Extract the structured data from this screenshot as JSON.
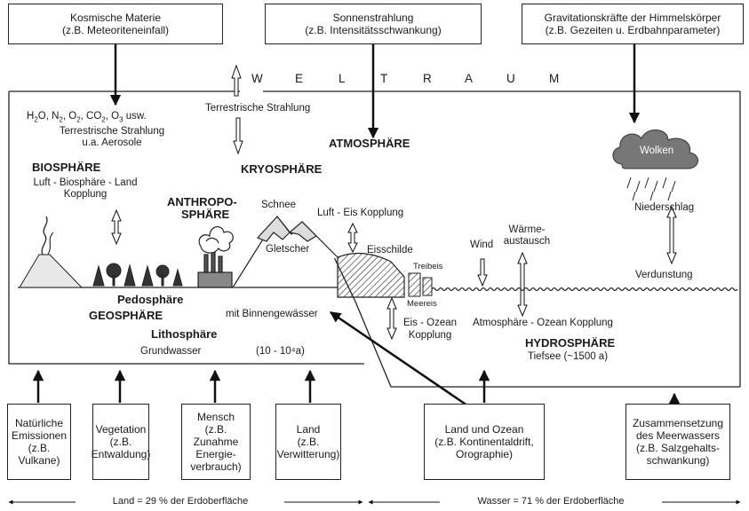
{
  "top_boxes": [
    {
      "line1": "Kosmische Materie",
      "line2": "(z.B. Meteoriteneinfall)"
    },
    {
      "line1": "Sonnenstrahlung",
      "line2": "(z.B. Intensitätsschwankung)"
    },
    {
      "line1": "Gravitationskräfte der Himmelskörper",
      "line2": "(z.B. Gezeiten u. Erdbahnparameter)"
    }
  ],
  "space_letters": [
    "W",
    "E",
    "L",
    "T",
    "R",
    "A",
    "U",
    "M"
  ],
  "labels": {
    "gases": "H2O, N2, O2, CO2, O3 usw.",
    "terr_strahlung_left_1": "Terrestrische Strahlung",
    "terr_strahlung_left_2": "u.a. Aerosole",
    "terr_strahlung_mid": "Terrestrische Strahlung",
    "atmosphaere": "ATMOSPHÄRE",
    "biosphaere": "BIOSPHÄRE",
    "bio_kopplung_1": "Luft - Biosphäre - Land",
    "bio_kopplung_2": "Kopplung",
    "kryosphaere": "KRYOSPHÄRE",
    "anthropo_1": "ANTHROPO-",
    "anthropo_2": "SPHÄRE",
    "schnee": "Schnee",
    "gletscher": "Gletscher",
    "luft_eis": "Luft - Eis Kopplung",
    "eisschilde": "Eisschilde",
    "treibeis": "Treibeis",
    "meereis": "Meereis",
    "wolken": "Wolken",
    "niederschlag": "Niederschlag",
    "waerme_1": "Wärme-",
    "waerme_2": "austausch",
    "wind": "Wind",
    "verdunstung": "Verdunstung",
    "pedosphaere": "Pedosphäre",
    "geosphaere": "GEOSPHÄRE",
    "binnen": "mit Binnengewässer",
    "lithosphaere": "Lithosphäre",
    "grundwasser": "Grundwasser",
    "grundwasser_zeit": "(10 - 10⁴a)",
    "eis_ozean_1": "Eis - Ozean",
    "eis_ozean_2": "Kopplung",
    "atm_ozean": "Atmosphäre - Ozean Kopplung",
    "hydrosphaere": "HYDROSPHÄRE",
    "tiefsee": "Tiefsee (~1500 a)"
  },
  "bottom_boxes": [
    {
      "lines": [
        "Natürliche",
        "Emissionen",
        "(z.B. Vulkane)"
      ]
    },
    {
      "lines": [
        "Vegetation",
        "(z.B.",
        "Entwaldung)"
      ]
    },
    {
      "lines": [
        "Mensch",
        "(z.B. Zunahme",
        "Energie-",
        "verbrauch)"
      ]
    },
    {
      "lines": [
        "Land",
        "(z.B.",
        "Verwitterung)"
      ]
    },
    {
      "lines": [
        "Land und Ozean",
        "(z.B. Kontinentaldrift,",
        "Orographie)"
      ]
    },
    {
      "lines": [
        "Zusammensetzung",
        "des Meerwassers",
        "(z.B. Salzgehalts-",
        "schwankung)"
      ]
    }
  ],
  "footer": {
    "land": "Land = 29 % der Erdoberfläche",
    "wasser": "Wasser = 71 % der Erdoberfläche"
  }
}
